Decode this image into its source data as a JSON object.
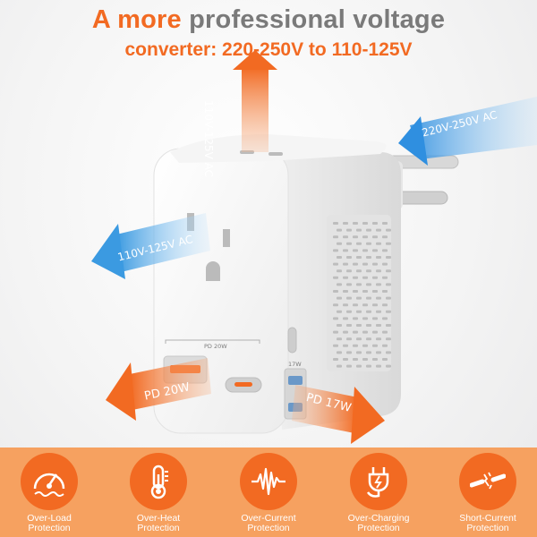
{
  "headline": {
    "accent": "A more",
    "rest": "professional voltage",
    "line2": "converter: 220-250V to 110-125V"
  },
  "arrows": {
    "top": "110V-125V AC",
    "right_input": "220V-250V AC",
    "left_ac": "110V-125V AC",
    "usb_a": "PD 20W",
    "side_usb": "PD 17W"
  },
  "device_labels": {
    "front_pd": "PD 20W",
    "side_pd": "17W"
  },
  "features": [
    {
      "name": "Over-Load",
      "sub": "Protection",
      "icon": "gauge-icon"
    },
    {
      "name": "Over-Heat",
      "sub": "Protection",
      "icon": "thermometer-icon"
    },
    {
      "name": "Over-Current",
      "sub": "Protection",
      "icon": "waveform-icon"
    },
    {
      "name": "Over-Charging",
      "sub": "Protection",
      "icon": "plug-icon"
    },
    {
      "name": "Short-Current",
      "sub": "Protection",
      "icon": "broken-cable-icon"
    }
  ],
  "colors": {
    "accent": "#f26a22",
    "gray_text": "#7a7a7a",
    "blue_arrow": "#3b9ae1",
    "feature_band": "#f6a160"
  }
}
